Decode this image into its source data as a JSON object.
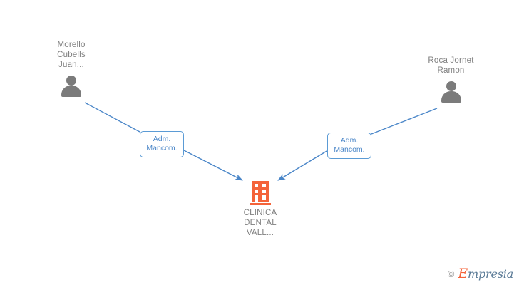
{
  "diagram": {
    "type": "org-relationship-graph",
    "background_color": "#ffffff",
    "edge_color": "#4a86c8",
    "person_color": "#7b7b7b",
    "company_color": "#f4633a",
    "label_text_color": "#808080"
  },
  "nodes": {
    "person_left": {
      "name": "Morello\nCubells\nJuan...",
      "icon": "person-icon"
    },
    "person_right": {
      "name": "Roca Jornet\nRamon",
      "icon": "person-icon"
    },
    "company": {
      "name": "CLINICA\nDENTAL\nVALL...",
      "icon": "building-icon"
    }
  },
  "edges": [
    {
      "from": "person_left",
      "to": "company",
      "label": "Adm.\nMancom."
    },
    {
      "from": "person_right",
      "to": "company",
      "label": "Adm.\nMancom."
    }
  ],
  "watermark": {
    "copyright": "©",
    "brand_initial": "E",
    "brand_rest": "mpresia"
  }
}
